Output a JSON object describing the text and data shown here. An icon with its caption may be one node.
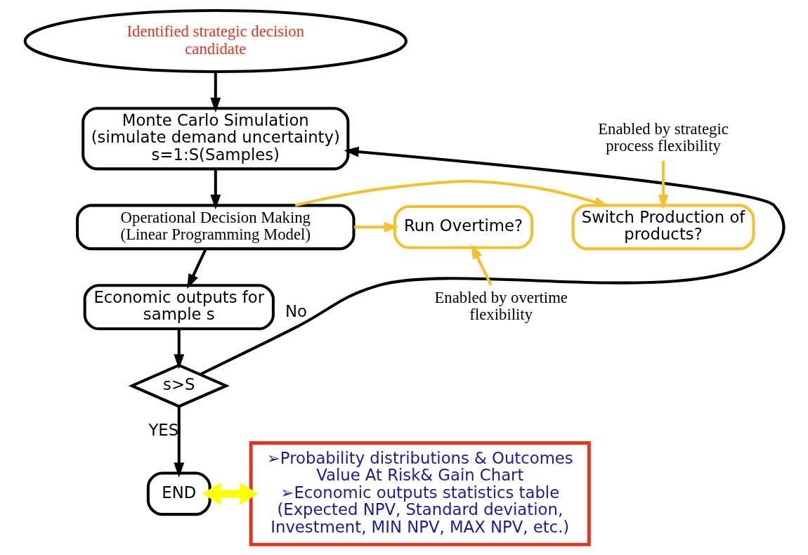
{
  "diagram": {
    "nodes": [
      {
        "text": [
          "Identified strategic decision candidate"
        ]
      },
      {
        "text": [
          "Monte Carlo Simulation (simulate demand uncertainty) s=1:S(Samples)"
        ]
      },
      {
        "text": [
          "Operational Decision Making (Linear Programming Model)"
        ]
      },
      {
        "text": [
          "Economic outputs for sample s"
        ]
      },
      {
        "text": [
          "s>S"
        ]
      },
      {
        "text": [
          "END"
        ]
      },
      {
        "text": [
          "Switch Production of products?"
        ]
      },
      {
        "text": [
          "Run Overtime?"
        ]
      },
      {
        "text": [
          "Enabled by strategic process flexibility"
        ]
      },
      {
        "text": [
          "Enabled by overtime flexibility"
        ]
      },
      {
        "text": [
          "➢Probability distributions & Outcomes Value At Risk& Gain Chart",
          "➢Economic outputs statistics table (Expected NPV, Standard deviation, Investment, MIN NPV, MAX NPV, etc.)"
        ]
      }
    ],
    "edges": [
      {
        "from": 0,
        "to": 1,
        "arrow": "to"
      },
      {
        "from": 1,
        "to": 2,
        "arrow": "to"
      },
      {
        "from": 2,
        "to": 3,
        "arrow": "to"
      },
      {
        "from": 3,
        "to": 4,
        "arrow": "to"
      },
      {
        "from": 4,
        "to": 1,
        "arrow": "to",
        "label": "No"
      },
      {
        "from": 4,
        "to": 5,
        "arrow": "to",
        "label": "YES"
      },
      {
        "from": 2,
        "to": 6,
        "arrow": "to",
        "color": "#f5c02a"
      },
      {
        "from": 2,
        "to": 7,
        "arrow": "to",
        "color": "#f5c02a"
      },
      {
        "from": 8,
        "to": 6,
        "arrow": "to",
        "color": "#f5c02a"
      },
      {
        "from": 9,
        "to": 7,
        "arrow": "to",
        "color": "#f5c02a"
      },
      {
        "from": 5,
        "to": 10,
        "arrow": "both",
        "style": "thick",
        "color": "#ffff00"
      }
    ]
  }
}
